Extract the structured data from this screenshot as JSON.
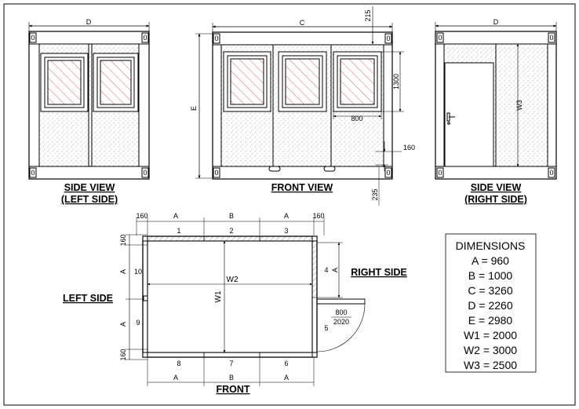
{
  "colors": {
    "line": "#000000",
    "glass_hatch": "#e06060",
    "panel": "#ffffff",
    "speckle": "#555555"
  },
  "views": {
    "left": {
      "title_1": "SIDE VIEW",
      "title_2": "(LEFT SIDE)",
      "dim_top": "D"
    },
    "front": {
      "title": "FRONT VIEW",
      "dim_top": "C",
      "dim_height": "E",
      "dim_roof": "215",
      "dim_window_h": "1300",
      "dim_window_w": "800",
      "dim_skid": "160",
      "dim_base": "235"
    },
    "right": {
      "title_1": "SIDE VIEW",
      "title_2": "(RIGHT SIDE)",
      "dim_top": "D",
      "dim_w3": "W3"
    }
  },
  "plan": {
    "top_dims": [
      "160",
      "A",
      "B",
      "A",
      "160"
    ],
    "bottom_dims": [
      "A",
      "B",
      "A"
    ],
    "left_dims": [
      "160",
      "A",
      "A",
      "160"
    ],
    "right_dim": "A",
    "w1": "W1",
    "w2": "W2",
    "panels": [
      "1",
      "2",
      "3",
      "4",
      "5",
      "6",
      "7",
      "8",
      "9",
      "10"
    ],
    "door_1": "800",
    "door_2": "2020",
    "label_left": "LEFT SIDE",
    "label_right": "RIGHT SIDE",
    "label_front": "FRONT"
  },
  "dimensions_box": {
    "heading": "DIMENSIONS",
    "rows": [
      "A = 960",
      "B = 1000",
      "C = 3260",
      "D = 2260",
      "E = 2980",
      "W1 = 2000",
      "W2 = 3000",
      "W3 = 2500"
    ]
  }
}
